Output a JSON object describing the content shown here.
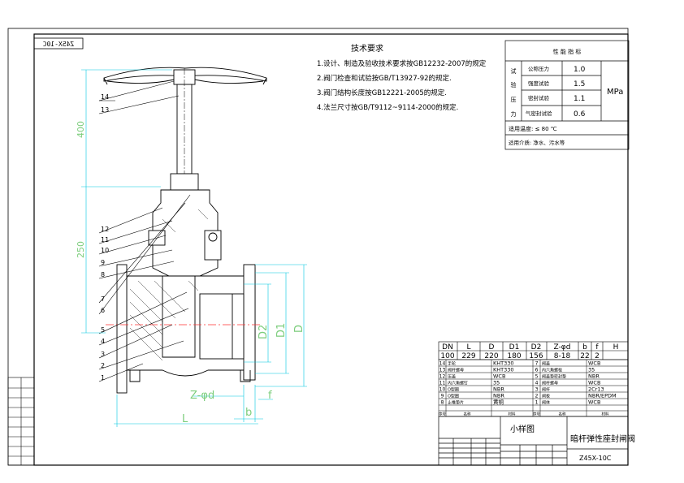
{
  "drawing": {
    "code_mirrored": "Z45X-10C",
    "title": "暗杆弹性座封闸阀",
    "sheet_label": "小样图",
    "model": "Z45X-10C"
  },
  "tech_requirements": {
    "title": "技术要求",
    "lines": [
      "1.设计、制造及验收技术要求按GB12232-2007的规定",
      "2.阀门检查和试验按GB/T13927-92的规定.",
      "3.阀门结构长度按GB12221-2005的规定.",
      "4.法兰尺寸按GB/T9112~9114-2000的规定."
    ]
  },
  "performance": {
    "title": "性 能 指 标",
    "side_label": [
      "试",
      "验",
      "压",
      "力"
    ],
    "rows": [
      {
        "name": "公称压力",
        "value": "1.0"
      },
      {
        "name": "强度试验",
        "value": "1.5"
      },
      {
        "name": "密封试验",
        "value": "1.1"
      },
      {
        "name": "气密封试验",
        "value": "0.6"
      }
    ],
    "unit": "MPa",
    "temperature": "适用温度: ≤ 80 ℃",
    "medium": "适用介质: 净水、污水等"
  },
  "dims": {
    "headers": [
      "DN",
      "L",
      "D",
      "D1",
      "D2",
      "Z-φd",
      "b",
      "f",
      "H"
    ],
    "values": [
      "100",
      "229",
      "220",
      "180",
      "156",
      "8-18",
      "22",
      "2",
      ""
    ]
  },
  "parts": {
    "left": [
      {
        "no": "14",
        "name": "手轮",
        "mat": "KHT330"
      },
      {
        "no": "13",
        "name": "阀杆螺母",
        "mat": "KHT330"
      },
      {
        "no": "12",
        "name": "压盖",
        "mat": "WCB"
      },
      {
        "no": "11",
        "name": "内六角螺钉",
        "mat": "35"
      },
      {
        "no": "10",
        "name": "O型圈",
        "mat": "NBR"
      },
      {
        "no": "9",
        "name": "O型圈",
        "mat": "NBR"
      },
      {
        "no": "8",
        "name": "止推垫片",
        "mat": "黄铜"
      }
    ],
    "right": [
      {
        "no": "7",
        "name": "阀盖",
        "mat": "WCB"
      },
      {
        "no": "6",
        "name": "内六角螺栓",
        "mat": "35"
      },
      {
        "no": "5",
        "name": "阀盖垫密封垫",
        "mat": "NBR"
      },
      {
        "no": "4",
        "name": "阀杆螺母",
        "mat": "WCB"
      },
      {
        "no": "3",
        "name": "阀杆",
        "mat": "2Cr13"
      },
      {
        "no": "2",
        "name": "闸板",
        "mat": "NBR/EPDM"
      },
      {
        "no": "1",
        "name": "阀体",
        "mat": "WCB"
      }
    ],
    "header": [
      "序号",
      "名称",
      "材料",
      "序号",
      "名称",
      "材料"
    ]
  },
  "callouts": [
    "14",
    "13",
    "12",
    "11",
    "10",
    "9",
    "8",
    "7",
    "6",
    "5",
    "4",
    "3",
    "2",
    "1"
  ],
  "dim_labels": {
    "h400": "400",
    "h250": "250",
    "d2": "D2",
    "d1": "D1",
    "d": "D",
    "zphid": "Z-φd",
    "f": "f",
    "b": "b",
    "l": "L"
  }
}
